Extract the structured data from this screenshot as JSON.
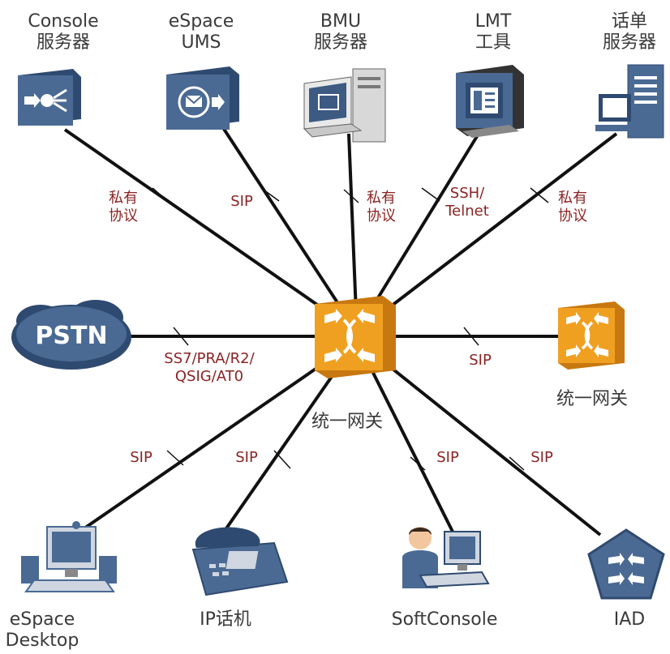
{
  "colors": {
    "line": "#111111",
    "protocol_text": "#8b2323",
    "device_blue": "#4a6a94",
    "device_blue_dark": "#2f4a70",
    "gateway_orange": "#f0a020",
    "gateway_orange_dark": "#c87810",
    "label_text": "#3a3a3a"
  },
  "devices": {
    "console": {
      "line1": "Console",
      "line2": "服务器",
      "icon": "console-server-icon"
    },
    "espace_ums": {
      "line1": "eSpace",
      "line2": "UMS",
      "icon": "ums-server-icon"
    },
    "bmu": {
      "line1": "BMU",
      "line2": "服务器",
      "icon": "bmu-server-icon"
    },
    "lmt": {
      "line1": "LMT",
      "line2": "工具",
      "icon": "lmt-workstation-icon"
    },
    "cdr": {
      "line1": "话单",
      "line2": "服务器",
      "icon": "cdr-server-icon"
    },
    "pstn": {
      "label": "PSTN",
      "icon": "pstn-cloud-icon"
    },
    "center_gateway": {
      "label": "统一网关",
      "icon": "gateway-icon"
    },
    "right_gateway": {
      "label": "统一网关",
      "icon": "gateway-icon"
    },
    "espace_desktop": {
      "line1": "eSpace",
      "line2": "Desktop",
      "icon": "desktop-pc-icon"
    },
    "ip_phone": {
      "label": "IP话机",
      "icon": "ip-phone-icon"
    },
    "softconsole": {
      "label": "SoftConsole",
      "icon": "operator-workstation-icon"
    },
    "iad": {
      "label": "IAD",
      "icon": "iad-icon"
    }
  },
  "protocols": {
    "console": {
      "line1": "私有",
      "line2": "协议"
    },
    "ums": {
      "text": "SIP"
    },
    "bmu": {
      "line1": "私有",
      "line2": "协议"
    },
    "lmt": {
      "line1": "SSH/",
      "line2": "Telnet"
    },
    "cdr": {
      "line1": "私有",
      "line2": "协议"
    },
    "pstn": {
      "line1": "SS7/PRA/R2/",
      "line2": "QSIG/AT0"
    },
    "right_gateway": {
      "text": "SIP"
    },
    "desktop": {
      "text": "SIP"
    },
    "phone": {
      "text": "SIP"
    },
    "softconsole": {
      "text": "SIP"
    },
    "iad": {
      "text": "SIP"
    }
  }
}
